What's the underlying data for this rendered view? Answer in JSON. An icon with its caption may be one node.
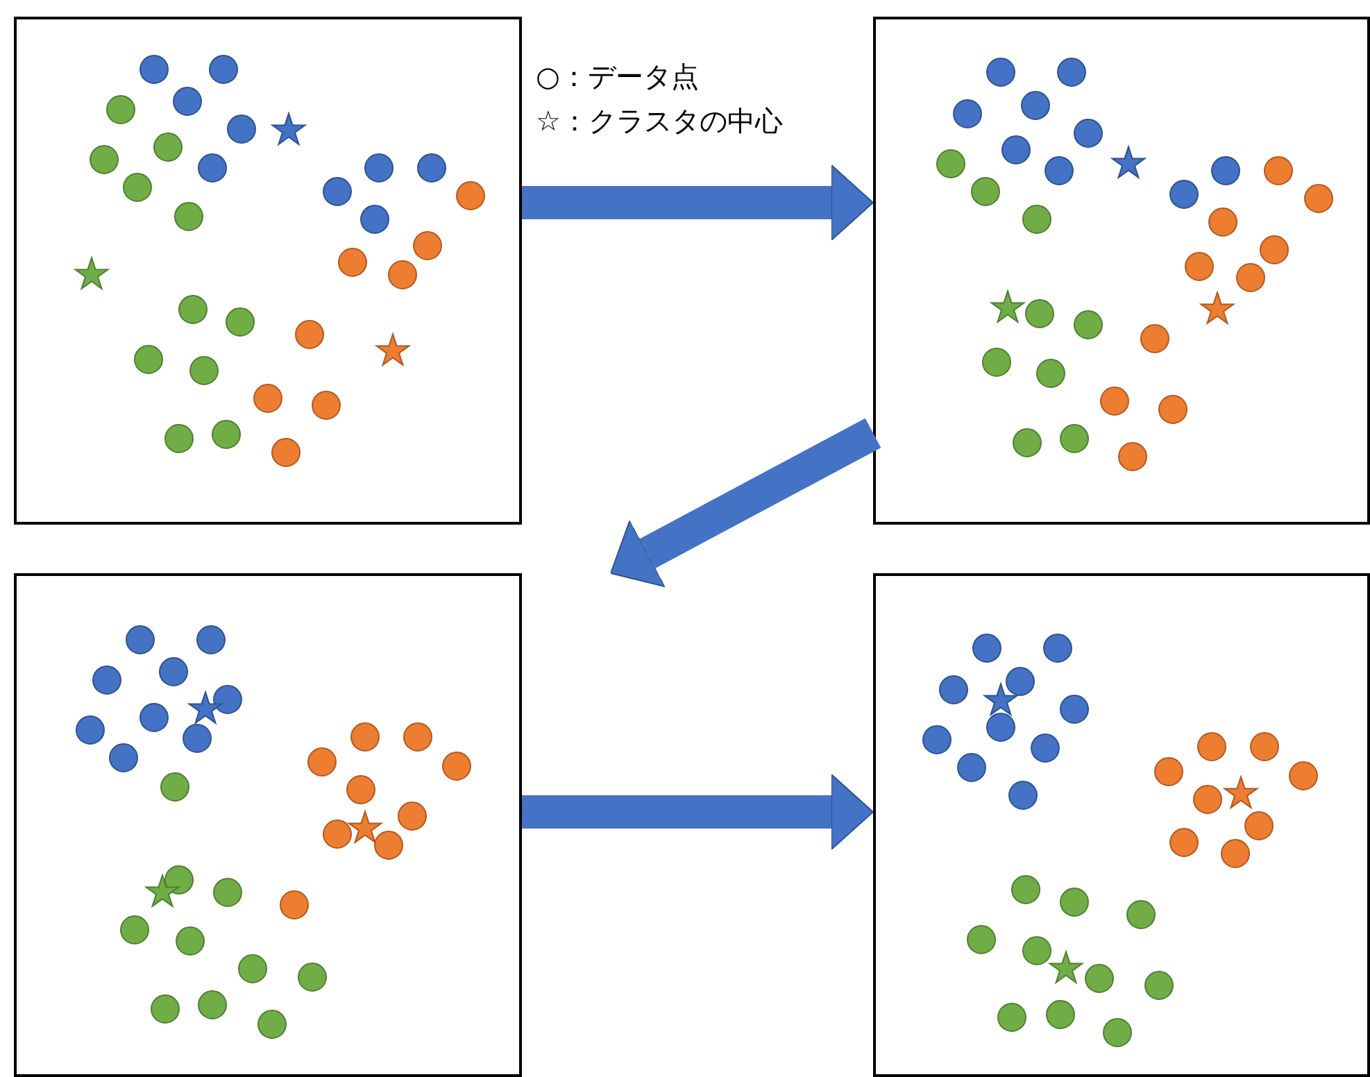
{
  "diagram": {
    "nodes": [
      {
        "text": [],
        "shape": "box"
      },
      {
        "text": [],
        "shape": "box"
      },
      {
        "text": [],
        "shape": "box"
      },
      {
        "text": [],
        "shape": "box"
      }
    ],
    "edges": [
      {
        "from": 0,
        "to": 1,
        "arrow": "to"
      },
      {
        "from": 1,
        "to": 2,
        "arrow": "to"
      },
      {
        "from": 2,
        "to": 3,
        "arrow": "to"
      }
    ],
    "labels": [
      "○：データ点",
      "☆：クラスタの中心"
    ]
  }
}
